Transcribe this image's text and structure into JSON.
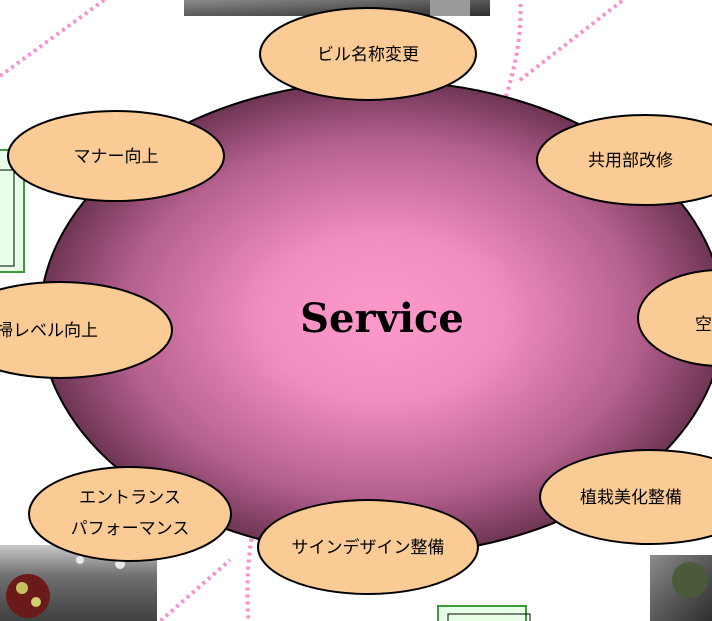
{
  "diagram": {
    "center_label": "Service",
    "nodes": [
      {
        "id": "bldg-name",
        "lines": [
          "ビル名称変更"
        ]
      },
      {
        "id": "common-area",
        "lines": [
          "共用部改修"
        ]
      },
      {
        "id": "air",
        "lines": [
          "空"
        ]
      },
      {
        "id": "planting",
        "lines": [
          "植栽美化整備"
        ]
      },
      {
        "id": "sign-design",
        "lines": [
          "サインデザイン整備"
        ]
      },
      {
        "id": "entrance",
        "lines": [
          "エントランス",
          "パフォーマンス"
        ]
      },
      {
        "id": "cleaning",
        "lines": [
          "掃レベル向上"
        ]
      },
      {
        "id": "manners",
        "lines": [
          "マナー向上"
        ]
      }
    ]
  },
  "colors": {
    "ellipse_fill": "#FBCB96",
    "ellipse_stroke": "#000000",
    "circle_center": "#FF99CC",
    "circle_edge": "#7A3C5E",
    "dotted_line": "#F98FCB",
    "panel_fill": "#E6FFE6",
    "panel_stroke": "#3D9A3D"
  }
}
